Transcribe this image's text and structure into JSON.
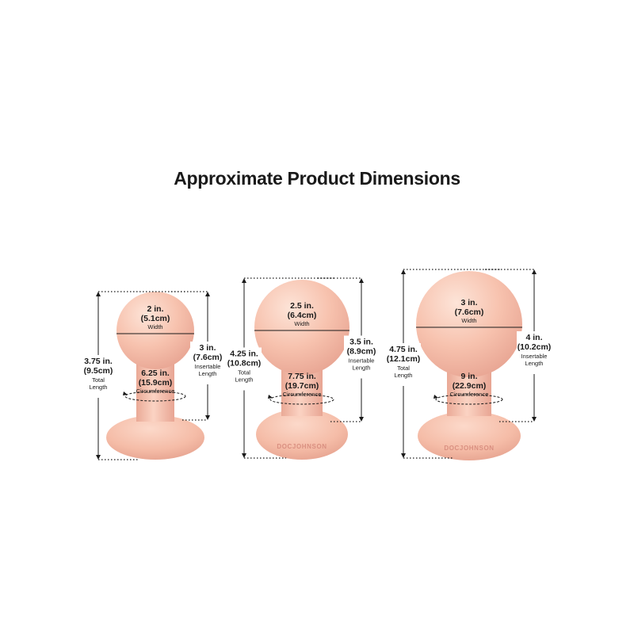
{
  "title": "Approximate Product Dimensions",
  "colors": {
    "body": "#f7c2ae",
    "shade": "#e8a593",
    "highlight": "#fde4d8",
    "line": "#1a1a1a",
    "brand": "#d98f80"
  },
  "products": [
    {
      "width": {
        "value": "2 in.",
        "metric": "(5.1cm)",
        "label": "Width"
      },
      "circumference": {
        "value": "6.25 in.",
        "metric": "(15.9cm)",
        "label": "Circumference"
      },
      "total": {
        "value": "3.75 in.",
        "metric": "(9.5cm)",
        "label1": "Total",
        "label2": "Length"
      },
      "insertable": {
        "value": "3 in.",
        "metric": "(7.6cm)",
        "label1": "Insertable",
        "label2": "Length"
      },
      "brand": ""
    },
    {
      "width": {
        "value": "2.5 in.",
        "metric": "(6.4cm)",
        "label": "Width"
      },
      "circumference": {
        "value": "7.75 in.",
        "metric": "(19.7cm)",
        "label": "Circumference"
      },
      "total": {
        "value": "4.25 in.",
        "metric": "(10.8cm)",
        "label1": "Total",
        "label2": "Length"
      },
      "insertable": {
        "value": "3.5 in.",
        "metric": "(8.9cm)",
        "label1": "Insertable",
        "label2": "Length"
      },
      "brand": "DOCJOHNSON"
    },
    {
      "width": {
        "value": "3 in.",
        "metric": "(7.6cm)",
        "label": "Width"
      },
      "circumference": {
        "value": "9 in.",
        "metric": "(22.9cm)",
        "label": "Circumference"
      },
      "total": {
        "value": "4.75 in.",
        "metric": "(12.1cm)",
        "label1": "Total",
        "label2": "Length"
      },
      "insertable": {
        "value": "4 in.",
        "metric": "(10.2cm)",
        "label1": "Insertable",
        "label2": "Length"
      },
      "brand": "DOCJOHNSON"
    }
  ]
}
